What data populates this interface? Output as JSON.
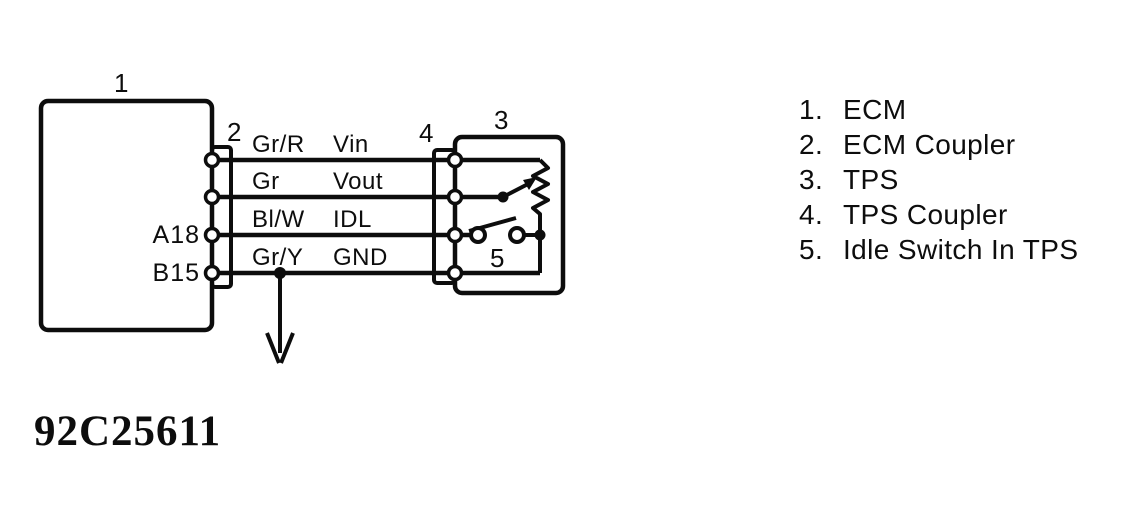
{
  "diagram": {
    "id_code": "92C25611",
    "colors": {
      "ink": "#0d0d0d",
      "background": "#ffffff"
    },
    "components": {
      "ecm": {
        "number": "1"
      },
      "ecm_coupler": {
        "number": "2"
      },
      "tps": {
        "number": "3"
      },
      "tps_coupler": {
        "number": "4"
      },
      "idle_switch": {
        "number": "5"
      }
    },
    "ecm_terminals": {
      "idl_pin": "A18",
      "gnd_pin": "B15"
    },
    "wires": [
      {
        "color": "Gr/R",
        "signal": "Vin"
      },
      {
        "color": "Gr",
        "signal": "Vout"
      },
      {
        "color": "Bl/W",
        "signal": "IDL"
      },
      {
        "color": "Gr/Y",
        "signal": "GND"
      }
    ],
    "legend": [
      {
        "number": "1.",
        "label": "ECM"
      },
      {
        "number": "2.",
        "label": "ECM Coupler"
      },
      {
        "number": "3.",
        "label": "TPS"
      },
      {
        "number": "4.",
        "label": "TPS Coupler"
      },
      {
        "number": "5.",
        "label": "Idle Switch In TPS"
      }
    ]
  }
}
